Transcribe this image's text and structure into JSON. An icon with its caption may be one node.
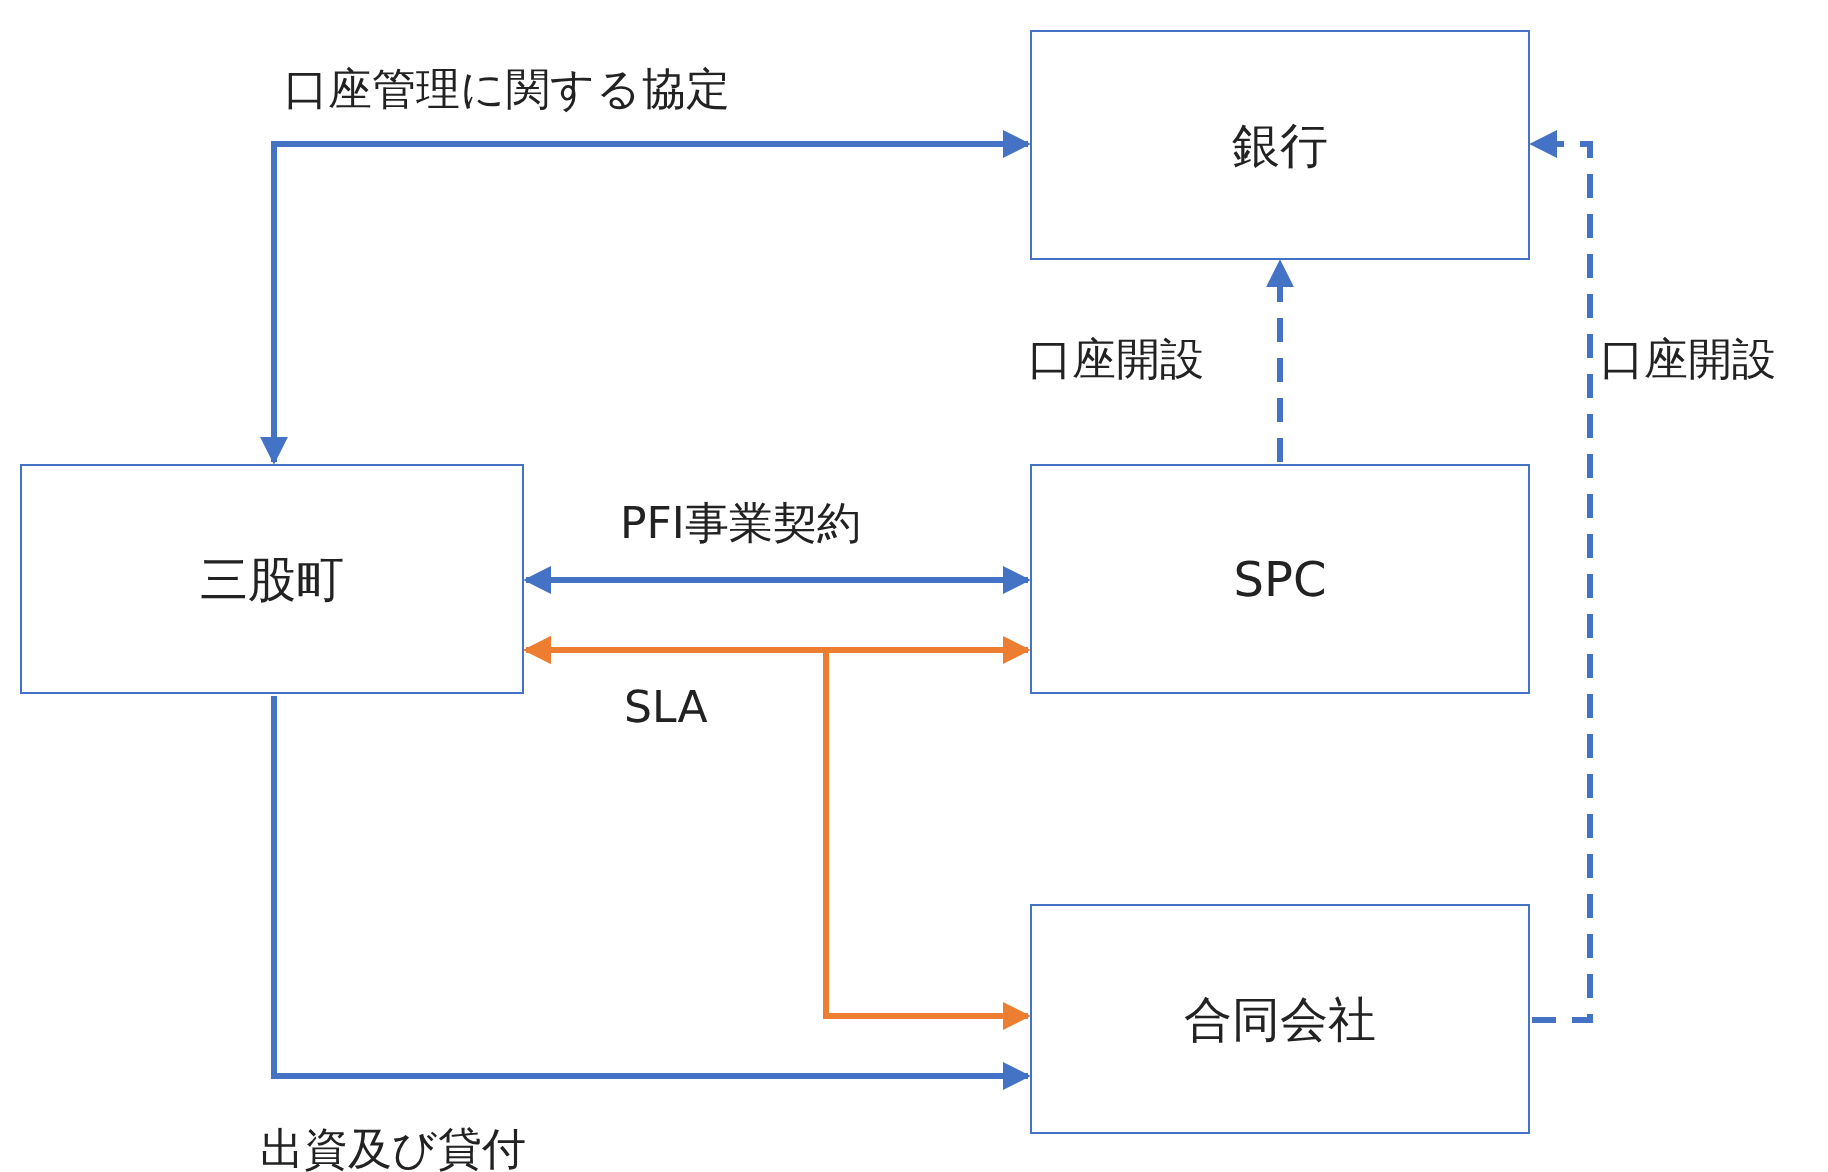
{
  "diagram": {
    "nodes": [
      {
        "text": [
          "銀行"
        ]
      },
      {
        "text": [
          "三股町"
        ]
      },
      {
        "text": [
          "SPC"
        ]
      },
      {
        "text": [
          "合同会社"
        ]
      }
    ],
    "edges": [
      {
        "from": 1,
        "to": 0,
        "arrow": "both",
        "label": "口座管理に関する協定"
      },
      {
        "from": 1,
        "to": 2,
        "arrow": "both",
        "label": "PFI事業契約"
      },
      {
        "from": 1,
        "to": 2,
        "arrow": "both",
        "label": "SLA",
        "color": "#ed7d31"
      },
      {
        "from": 1,
        "to": 3,
        "arrow": "both",
        "color": "#ed7d31"
      },
      {
        "from": 2,
        "to": 0,
        "arrow": "to",
        "label": "口座開設",
        "style": "dashed"
      },
      {
        "from": 3,
        "to": 0,
        "arrow": "to",
        "label": "口座開設",
        "style": "dashed"
      },
      {
        "from": 1,
        "to": 3,
        "arrow": "to",
        "label": "出資及び貸付"
      }
    ]
  }
}
